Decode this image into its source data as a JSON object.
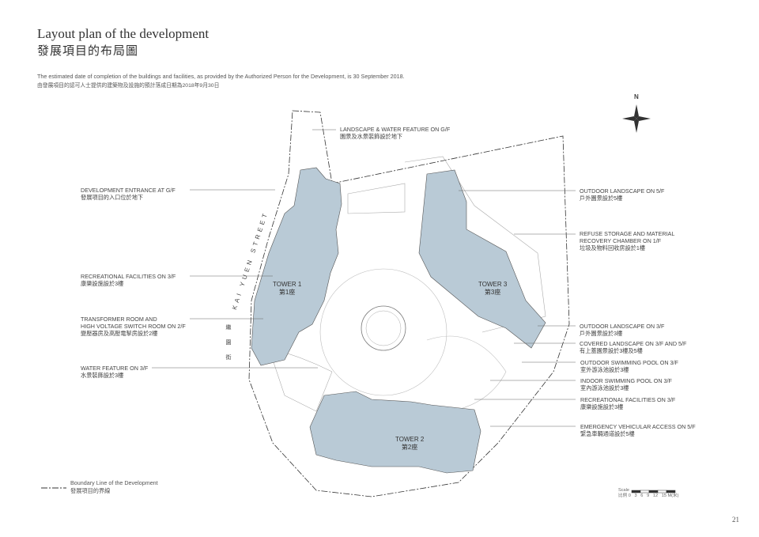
{
  "header": {
    "title_en": "Layout plan of the development",
    "title_zh": "發展項目的布局圖",
    "note_en": "The estimated date of completion of the buildings and facilities, as provided by the Authorized Person for the Development, is 30 September 2018.",
    "note_zh": "由發展項目的認可人士提供的建築物及設施的預計落成日期為2018年9月30日"
  },
  "compass": {
    "label": "N"
  },
  "street": {
    "en": "KAI YUEN STREET",
    "zh": "繼園街"
  },
  "towers": [
    {
      "en": "TOWER 1",
      "zh": "第1座"
    },
    {
      "en": "TOWER 2",
      "zh": "第2座"
    },
    {
      "en": "TOWER 3",
      "zh": "第3座"
    }
  ],
  "labels_left": [
    {
      "en": "DEVELOPMENT ENTRANCE AT G/F",
      "zh": "發展項目的入口位於地下"
    },
    {
      "en": "RECREATIONAL FACILITIES ON 3/F",
      "zh": "康樂設施設於3樓"
    },
    {
      "en": "TRANSFORMER ROOM AND",
      "en2": "HIGH VOLTAGE SWITCH ROOM ON 2/F",
      "zh": "變壓器房及高壓電掣房設於2樓"
    },
    {
      "en": "WATER FEATURE ON 3/F",
      "zh": "水景裝飾設於3樓"
    }
  ],
  "label_top": {
    "en": "LANDSCAPE & WATER FEATURE ON G/F",
    "zh": "園景及水景裝飾設於地下"
  },
  "labels_right": [
    {
      "en": "OUTDOOR LANDSCAPE ON 5/F",
      "zh": "戶外園景設於5樓"
    },
    {
      "en": "REFUSE STORAGE AND MATERIAL",
      "en2": "RECOVERY CHAMBER ON 1/F",
      "zh": "垃圾及物料回收房設於1樓"
    },
    {
      "en": "OUTDOOR LANDSCAPE ON 3/F",
      "zh": "戶外園景設於3樓"
    },
    {
      "en": "COVERED LANDSCAPE ON 3/F AND 5/F",
      "zh": "有上蓋園景設於3樓及5樓"
    },
    {
      "en": "OUTDOOR SWIMMING POOL ON 3/F",
      "zh": "室外游泳池設於3樓"
    },
    {
      "en": "INDOOR SWIMMING POOL ON 3/F",
      "zh": "室內游泳池設於3樓"
    },
    {
      "en": "RECREATIONAL FACILITIES ON 3/F",
      "zh": "康樂設施設於3樓"
    },
    {
      "en": "EMERGENCY VEHICULAR ACCESS ON 5/F",
      "zh": "緊急車輛通道設於5樓"
    }
  ],
  "legend": {
    "en": "Boundary Line of the Development",
    "zh": "發展項目的界線"
  },
  "scale": {
    "label_en": "Scale",
    "label_zh": "比例",
    "ticks": "0   3   6   9   12   15 M(米)"
  },
  "page_number": "21",
  "colors": {
    "building": "#b9cad6",
    "line": "#555555"
  }
}
